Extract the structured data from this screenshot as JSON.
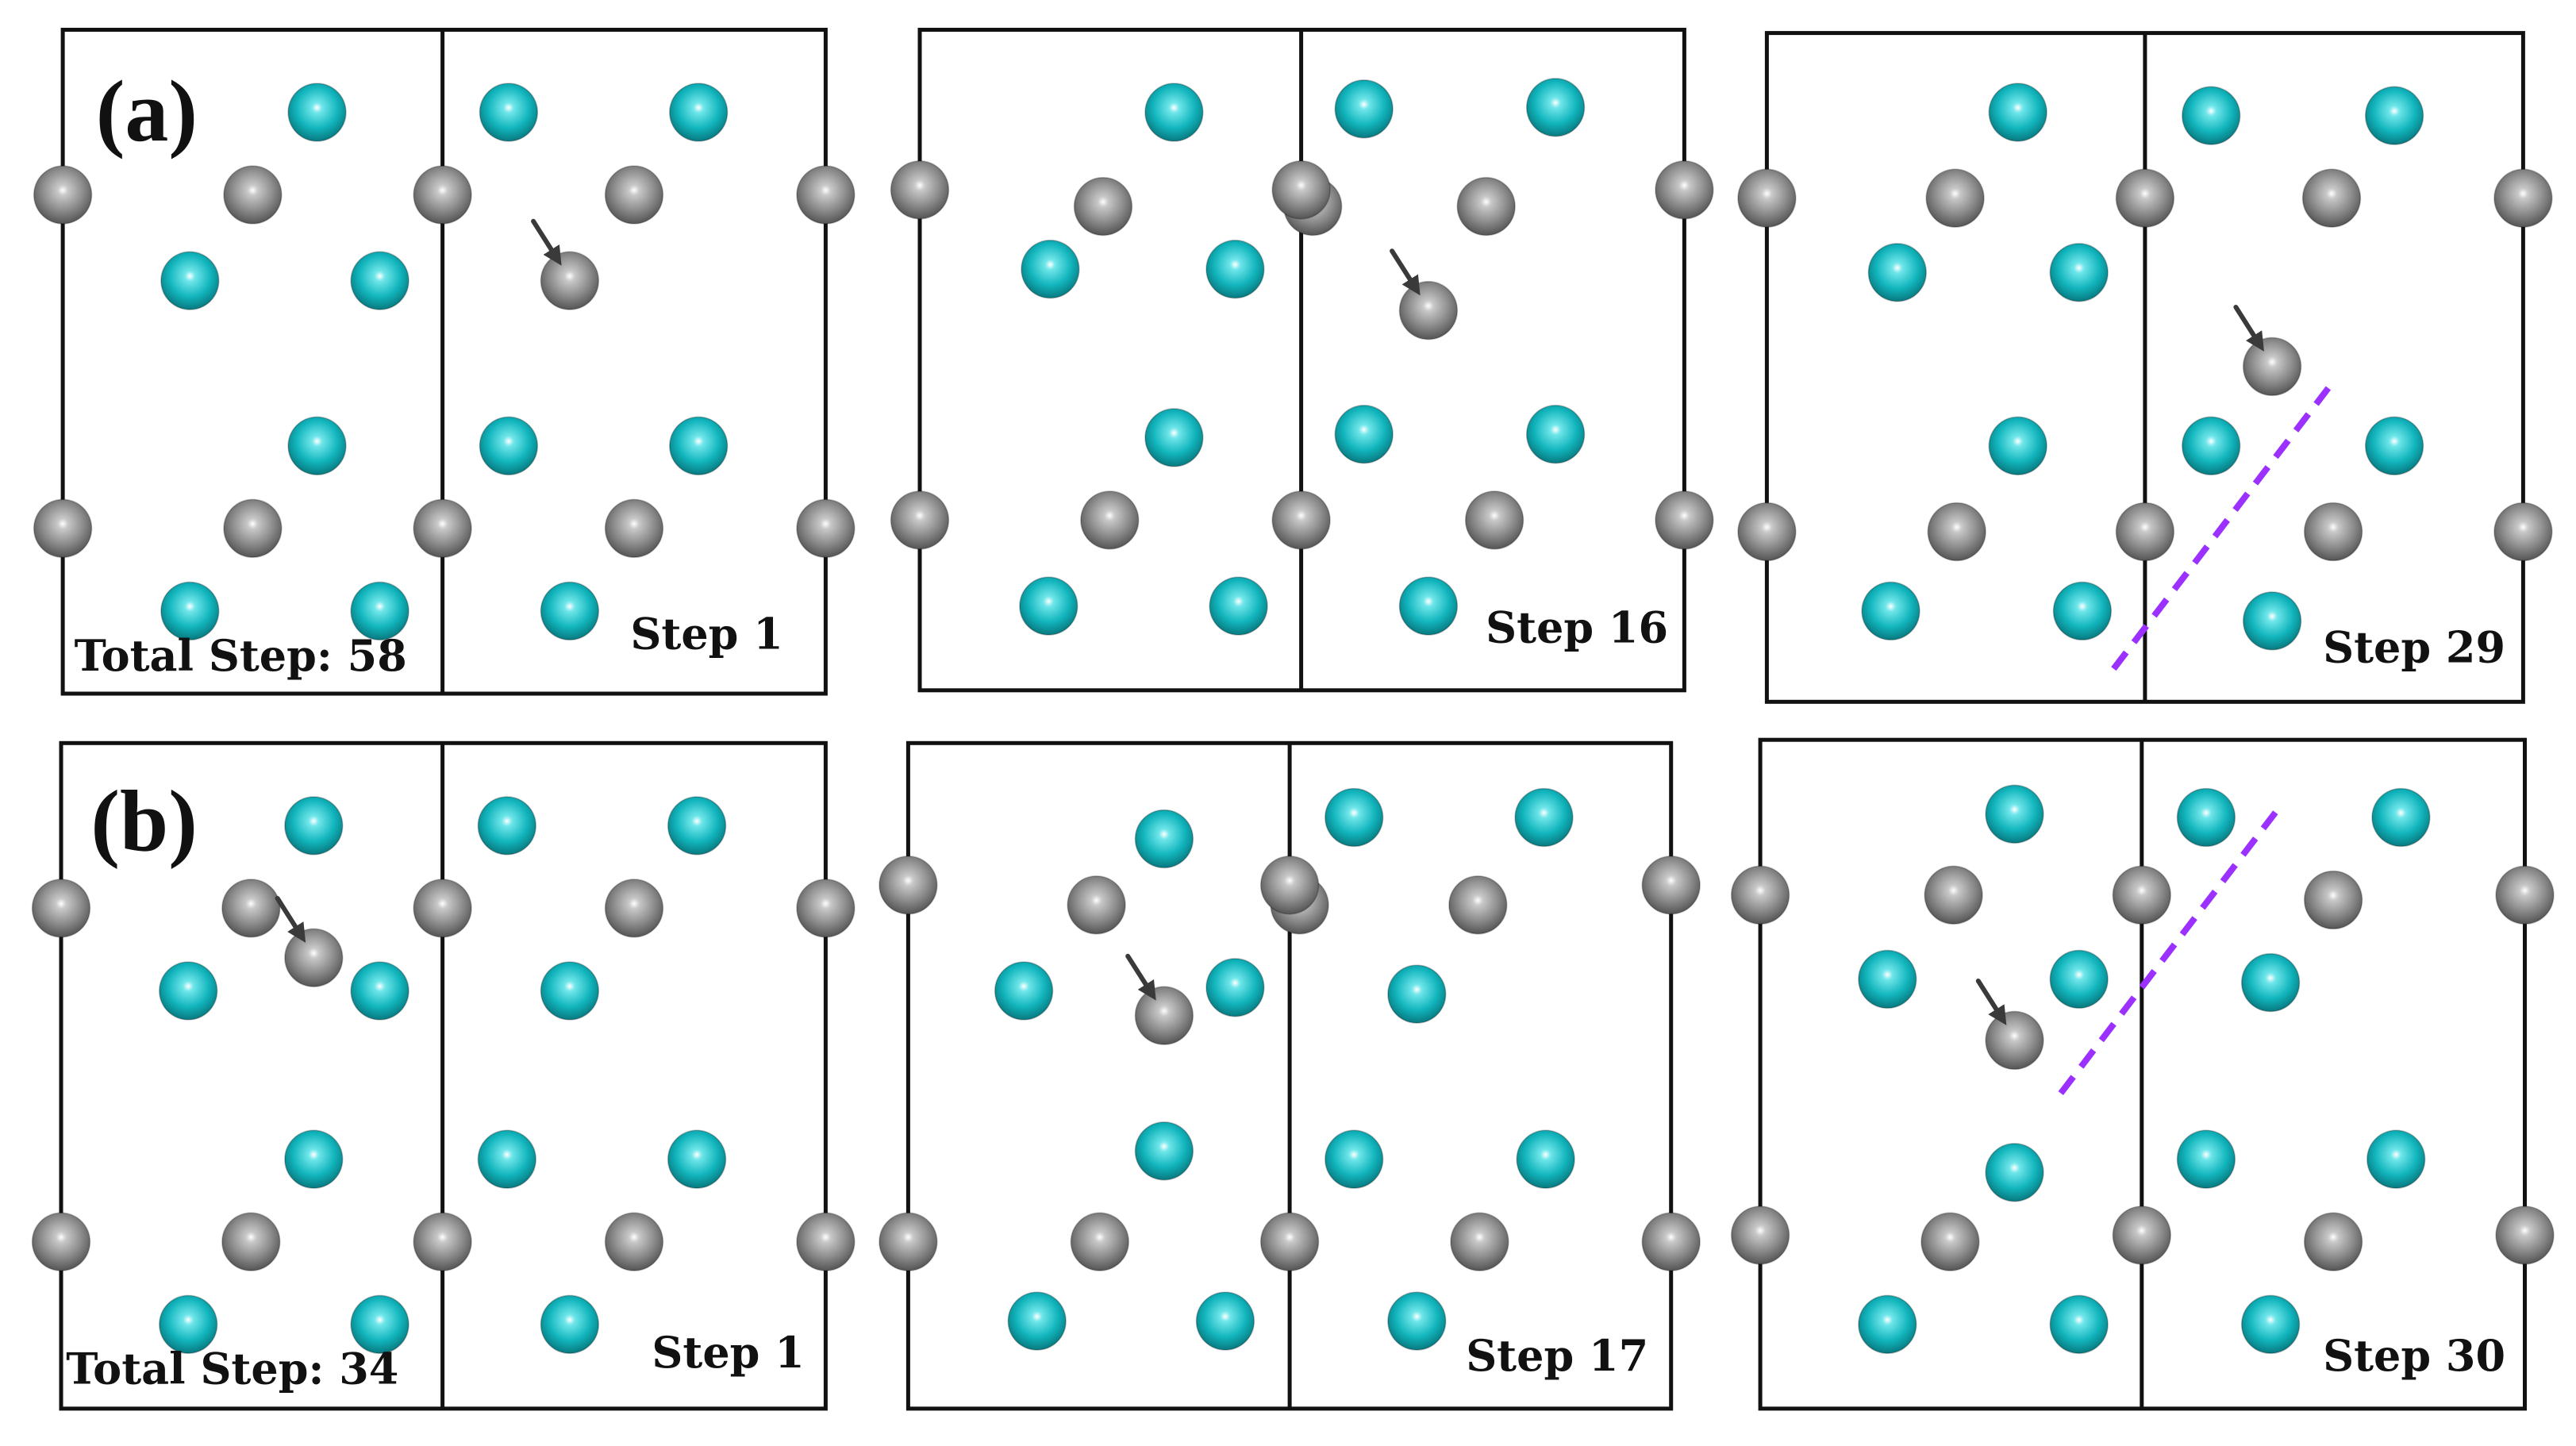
{
  "colors": {
    "cyan_atom": "#12b5bd",
    "gray_atom": "#8a8a8a",
    "dash_line": "#9b30ff",
    "arrow": "#3a3a3a",
    "frame": "#111111"
  },
  "rows": [
    {
      "letter": "(a)",
      "total_step": "Total Step: 58",
      "frames": [
        {
          "step": "Step 1"
        },
        {
          "step": "Step 16"
        },
        {
          "step": "Step 29"
        }
      ]
    },
    {
      "letter": "(b)",
      "total_step": "Total Step: 34",
      "frames": [
        {
          "step": "Step 1"
        },
        {
          "step": "Step 17"
        },
        {
          "step": "Step 30"
        }
      ]
    }
  ]
}
